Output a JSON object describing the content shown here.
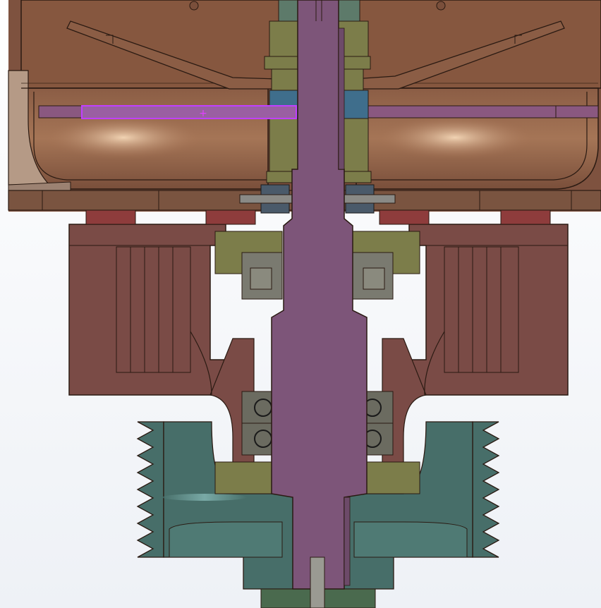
{
  "view": {
    "type": "cad-section-view",
    "background_top": "#ffffff",
    "background_bottom": "#eef1f6"
  },
  "parts": {
    "drum": {
      "name": "drum-shell",
      "color": "#8a5c47",
      "highlight": "#d9b190"
    },
    "shaft": {
      "name": "drive-shaft",
      "color": "#7d5579"
    },
    "housing": {
      "name": "bearing-housing",
      "color": "#7a4b46"
    },
    "pulley": {
      "name": "pulley",
      "color": "#476e69"
    },
    "bushing": {
      "name": "shaft-bushing",
      "color": "#7c7d4a"
    },
    "bearings": {
      "name": "ball-bearings",
      "color": "#6b6b60"
    },
    "dampers": {
      "name": "rubber-dampers",
      "color": "#8e3c3c"
    },
    "seal": {
      "name": "seal-blue",
      "color": "#3f6e8c"
    },
    "base_plate": {
      "name": "base-plate",
      "color": "#7a5440"
    }
  },
  "selection": {
    "part": "spider-arm",
    "outline_color": "#c040ff",
    "marker": "+"
  }
}
